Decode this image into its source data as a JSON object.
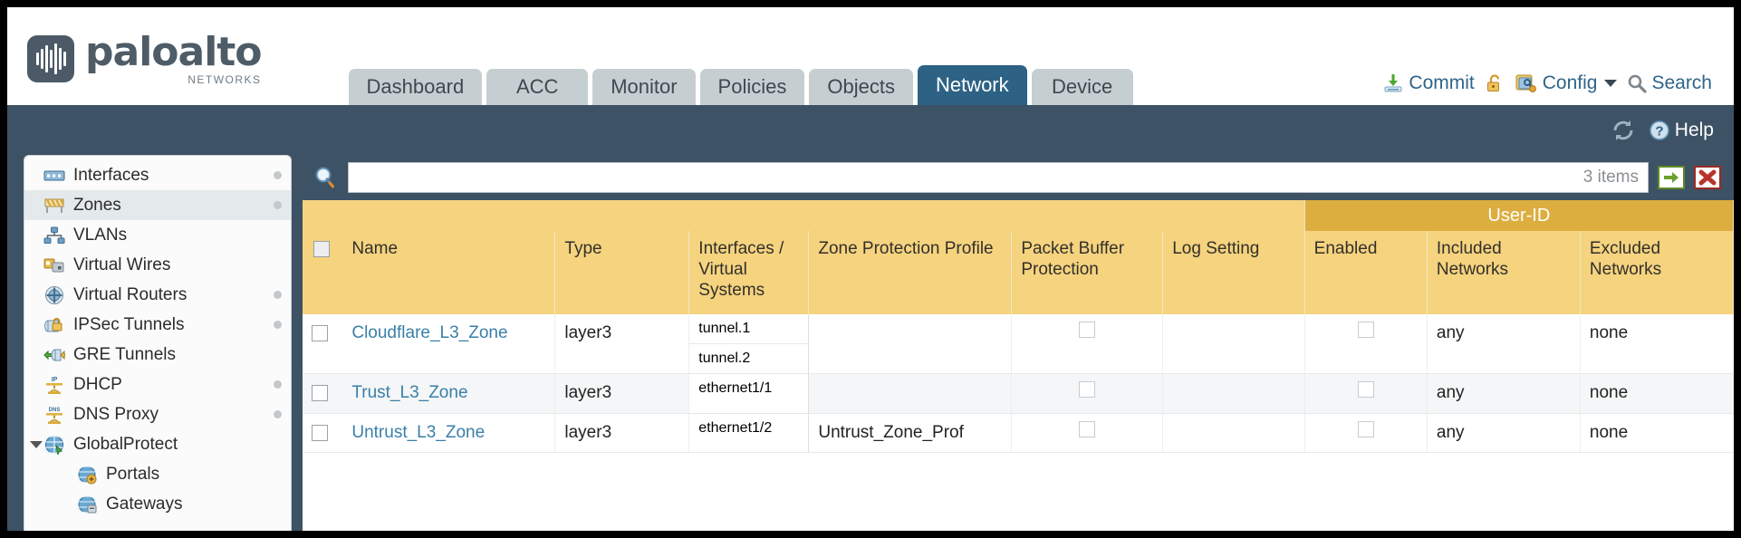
{
  "brand": {
    "name": "paloalto",
    "tagline": "NETWORKS"
  },
  "nav": {
    "tabs": [
      {
        "label": "Dashboard",
        "active": false
      },
      {
        "label": "ACC",
        "active": false
      },
      {
        "label": "Monitor",
        "active": false
      },
      {
        "label": "Policies",
        "active": false
      },
      {
        "label": "Objects",
        "active": false
      },
      {
        "label": "Network",
        "active": true
      },
      {
        "label": "Device",
        "active": false
      }
    ]
  },
  "header_actions": {
    "commit": "Commit",
    "config": "Config",
    "search": "Search"
  },
  "band": {
    "help": "Help"
  },
  "sidebar": {
    "items": [
      {
        "label": "Interfaces",
        "icon": "interfaces-icon",
        "selected": false,
        "dot": true,
        "indent": false,
        "caret": false
      },
      {
        "label": "Zones",
        "icon": "zones-icon",
        "selected": true,
        "dot": true,
        "indent": false,
        "caret": false
      },
      {
        "label": "VLANs",
        "icon": "vlans-icon",
        "selected": false,
        "dot": false,
        "indent": false,
        "caret": false
      },
      {
        "label": "Virtual Wires",
        "icon": "virtual-wires-icon",
        "selected": false,
        "dot": false,
        "indent": false,
        "caret": false
      },
      {
        "label": "Virtual Routers",
        "icon": "virtual-routers-icon",
        "selected": false,
        "dot": true,
        "indent": false,
        "caret": false
      },
      {
        "label": "IPSec Tunnels",
        "icon": "ipsec-tunnels-icon",
        "selected": false,
        "dot": true,
        "indent": false,
        "caret": false
      },
      {
        "label": "GRE Tunnels",
        "icon": "gre-tunnels-icon",
        "selected": false,
        "dot": false,
        "indent": false,
        "caret": false
      },
      {
        "label": "DHCP",
        "icon": "dhcp-icon",
        "selected": false,
        "dot": true,
        "indent": false,
        "caret": false
      },
      {
        "label": "DNS Proxy",
        "icon": "dns-proxy-icon",
        "selected": false,
        "dot": true,
        "indent": false,
        "caret": false
      },
      {
        "label": "GlobalProtect",
        "icon": "globalprotect-icon",
        "selected": false,
        "dot": false,
        "indent": false,
        "caret": true
      },
      {
        "label": "Portals",
        "icon": "portals-icon",
        "selected": false,
        "dot": false,
        "indent": true,
        "caret": false
      },
      {
        "label": "Gateways",
        "icon": "gateways-icon",
        "selected": false,
        "dot": false,
        "indent": true,
        "caret": false
      }
    ]
  },
  "search_bar": {
    "value": "",
    "placeholder": "",
    "items_count": "3 items",
    "apply_icon": "green-arrow-icon",
    "clear_icon": "red-x-icon"
  },
  "table": {
    "group_header": {
      "user_id": "User-ID"
    },
    "columns": [
      "Name",
      "Type",
      "Interfaces / Virtual Systems",
      "Zone Protection Profile",
      "Packet Buffer Protection",
      "Log Setting",
      "Enabled",
      "Included Networks",
      "Excluded Networks"
    ],
    "rows": [
      {
        "name": "Cloudflare_L3_Zone",
        "type": "layer3",
        "interfaces": [
          "tunnel.1",
          "tunnel.2"
        ],
        "zone_protection_profile": "",
        "packet_buffer_protection": false,
        "log_setting": "",
        "enabled": false,
        "included_networks": "any",
        "excluded_networks": "none",
        "selected": false
      },
      {
        "name": "Trust_L3_Zone",
        "type": "layer3",
        "interfaces": [
          "ethernet1/1"
        ],
        "zone_protection_profile": "",
        "packet_buffer_protection": false,
        "log_setting": "",
        "enabled": false,
        "included_networks": "any",
        "excluded_networks": "none",
        "selected": false
      },
      {
        "name": "Untrust_L3_Zone",
        "type": "layer3",
        "interfaces": [
          "ethernet1/2"
        ],
        "zone_protection_profile": "Untrust_Zone_Prof",
        "packet_buffer_protection": false,
        "log_setting": "",
        "enabled": false,
        "included_networks": "any",
        "excluded_networks": "none",
        "selected": false
      }
    ]
  },
  "colors": {
    "brand_slate": "#4b5a66",
    "tab_active": "#2d6285",
    "tab_inactive": "#c5cfd2",
    "band": "#3d5265",
    "table_header": "#f5d37f",
    "group_header": "#dcae40",
    "link": "#3a7fa8"
  }
}
